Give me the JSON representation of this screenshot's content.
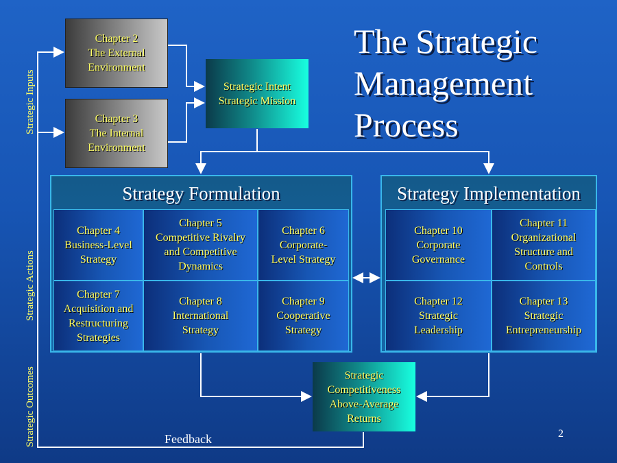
{
  "title": "The Strategic Management Process",
  "side_labels": {
    "inputs": "Strategic Inputs",
    "actions": "Strategic Actions",
    "outcomes": "Strategic Outcomes"
  },
  "inputs": {
    "external": "Chapter 2\nThe External\nEnvironment",
    "internal": "Chapter 3\nThe Internal\nEnvironment",
    "intent": "Strategic Intent\nStrategic Mission"
  },
  "formulation": {
    "heading": "Strategy Formulation",
    "cells": [
      "Chapter 4\nBusiness-Level\nStrategy",
      "Chapter 5\nCompetitive Rivalry\nand Competitive\nDynamics",
      "Chapter 6\nCorporate-\nLevel Strategy",
      "Chapter 7\nAcquisition and\nRestructuring\nStrategies",
      "Chapter 8\nInternational\nStrategy",
      "Chapter 9\nCooperative\nStrategy"
    ]
  },
  "implementation": {
    "heading": "Strategy Implementation",
    "cells": [
      "Chapter 10\nCorporate\nGovernance",
      "Chapter 11\nOrganizational\nStructure and\nControls",
      "Chapter 12\nStrategic\nLeadership",
      "Chapter 13\nStrategic\nEntrepreneurship"
    ]
  },
  "outcome": "Strategic\nCompetitiveness\nAbove-Average\nReturns",
  "feedback_label": "Feedback",
  "page_number": "2",
  "colors": {
    "accent_text": "#ffff66",
    "panel_border": "#39b7ea",
    "line": "#ffffff"
  }
}
